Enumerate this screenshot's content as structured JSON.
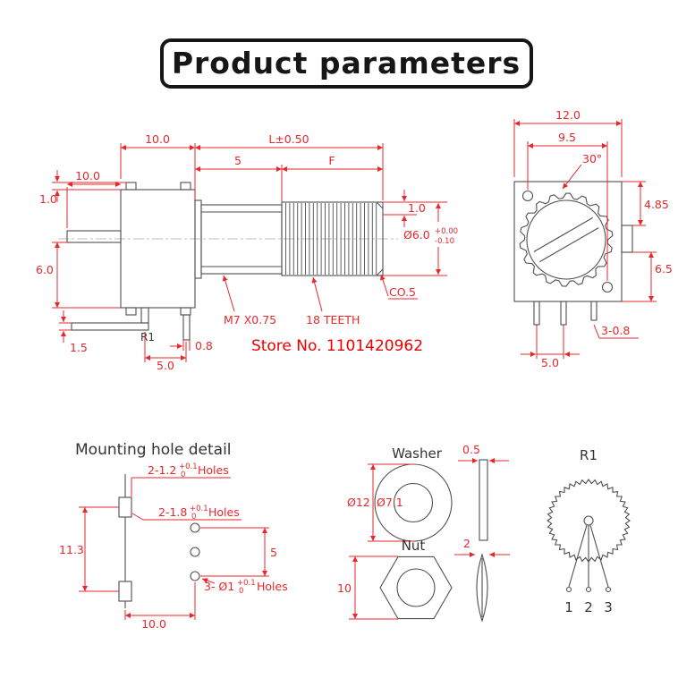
{
  "title": "Product parameters",
  "store_no": "Store No. 1101420962",
  "colors": {
    "dim": "#e8272b",
    "outline": "#4f4f4f",
    "dark_text": "#333333",
    "store_red": "#ee0000",
    "title_ink": "#161616"
  },
  "side_view": {
    "dim_body_width": "10.0",
    "dim_shaft_len_total": "L±0.50",
    "dim_bush_len": "5",
    "dim_knurl_len": "F",
    "dim_rear_len": "10.0",
    "dim_lug": "1.0",
    "dim_body_height": "6.0",
    "dim_knurl_band": "1.0",
    "dia_shaft": "Ø6.0",
    "dia_shaft_tol_up": "+0.00",
    "dia_shaft_tol_dn": "-0.10",
    "chamfer": "CO.5",
    "thread_spec": "M7 X0.75",
    "teeth": "18 TEETH",
    "part_label": "R1",
    "dim_bracket_thk": "1.5",
    "dim_pin_w": "0.8",
    "dim_pin_pitch": "5.0"
  },
  "front_view": {
    "dim_width": "12.0",
    "dim_hole_span": "9.5",
    "angle": "30°",
    "dim_ear": "4.85",
    "dim_side": "6.5",
    "dim_pin": "3-0.8",
    "dim_pin_pitch": "5.0"
  },
  "mounting_detail": {
    "heading": "Mounting hole detail",
    "slot_a": {
      "prefix": "2-1.2",
      "tol_up": "+0.1",
      "tol_dn": "0",
      "suffix": "Holes"
    },
    "slot_b": {
      "prefix": "2-1.8",
      "tol_up": "+0.1",
      "tol_dn": "0",
      "suffix": "Holes"
    },
    "round": {
      "prefix": "3- Ø1",
      "tol_up": "+0.1",
      "tol_dn": "0",
      "suffix": "Holes"
    },
    "dim_height": "11.3",
    "dim_pitch": "5",
    "dim_offset": "10.0"
  },
  "washer": {
    "label": "Washer",
    "dim_thk": "0.5",
    "dia_outer": "Ø12",
    "dia_inner": "Ø7.1"
  },
  "nut": {
    "label": "Nut",
    "dim_thk": "2",
    "dim_width": "10"
  },
  "resistor": {
    "label": "R1",
    "pin_1": "1",
    "pin_2": "2",
    "pin_3": "3"
  }
}
